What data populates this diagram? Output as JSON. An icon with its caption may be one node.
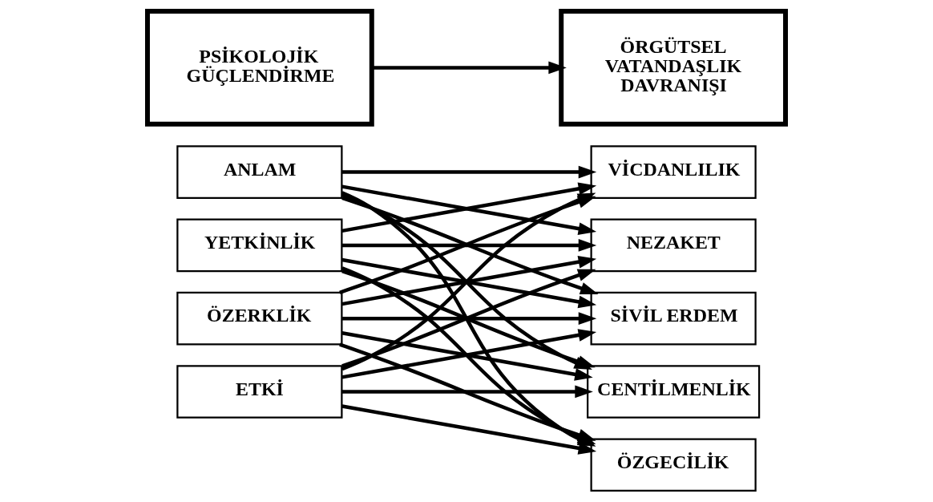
{
  "diagram": {
    "nodes": [
      {
        "text": [
          "PSİKOLOJİK GÜÇLENDİRME"
        ]
      },
      {
        "text": [
          "ÖRGÜTSEL VATANDAŞLIK DAVRANIŞI"
        ]
      },
      {
        "text": [
          "ANLAM"
        ]
      },
      {
        "text": [
          "YETKİNLİK"
        ]
      },
      {
        "text": [
          "ÖZERKLİK"
        ]
      },
      {
        "text": [
          "ETKİ"
        ]
      },
      {
        "text": [
          "ÖZGECİLİK"
        ]
      },
      {
        "text": [
          "VİCDANLILIK"
        ]
      },
      {
        "text": [
          "NEZAKET"
        ]
      },
      {
        "text": [
          "SİVİL ERDEM"
        ]
      },
      {
        "text": [
          "CENTİLMENLİK"
        ]
      }
    ],
    "edges": [
      {
        "from": 0,
        "to": 1,
        "arrow": "to"
      },
      {
        "from": 2,
        "to": 6,
        "arrow": "to"
      },
      {
        "from": 2,
        "to": 7,
        "arrow": "to"
      },
      {
        "from": 2,
        "to": 8,
        "arrow": "to"
      },
      {
        "from": 2,
        "to": 9,
        "arrow": "to"
      },
      {
        "from": 2,
        "to": 10,
        "arrow": "to"
      },
      {
        "from": 3,
        "to": 6,
        "arrow": "to"
      },
      {
        "from": 3,
        "to": 7,
        "arrow": "to"
      },
      {
        "from": 3,
        "to": 8,
        "arrow": "to"
      },
      {
        "from": 3,
        "to": 9,
        "arrow": "to"
      },
      {
        "from": 3,
        "to": 10,
        "arrow": "to"
      },
      {
        "from": 4,
        "to": 6,
        "arrow": "to"
      },
      {
        "from": 4,
        "to": 7,
        "arrow": "to"
      },
      {
        "from": 4,
        "to": 8,
        "arrow": "to"
      },
      {
        "from": 4,
        "to": 9,
        "arrow": "to"
      },
      {
        "from": 4,
        "to": 10,
        "arrow": "to"
      },
      {
        "from": 5,
        "to": 6,
        "arrow": "to"
      },
      {
        "from": 5,
        "to": 7,
        "arrow": "to"
      },
      {
        "from": 5,
        "to": 8,
        "arrow": "to"
      },
      {
        "from": 5,
        "to": 9,
        "arrow": "to"
      },
      {
        "from": 5,
        "to": 10,
        "arrow": "to"
      }
    ]
  }
}
